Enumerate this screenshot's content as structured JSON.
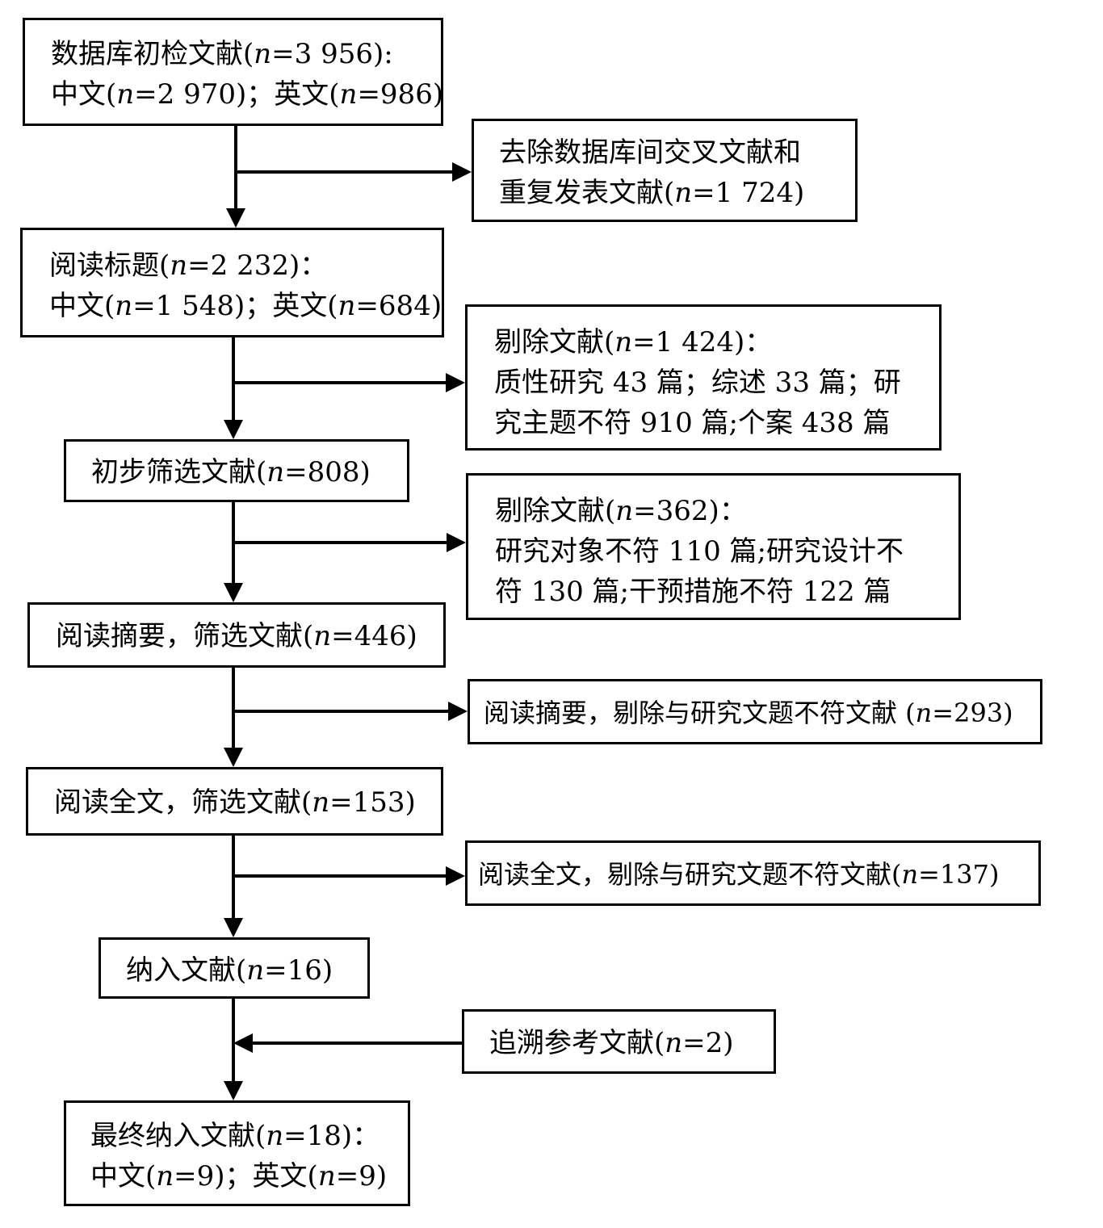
{
  "nodes": {
    "db_search": {
      "line1": [
        "数据库初检文献(",
        "n",
        "=3 956):"
      ],
      "line2": [
        "中文(",
        "n",
        "=2 970)；英文(",
        "n",
        "=986)"
      ]
    },
    "dedup_removed": {
      "line1": [
        "去除数据库间交叉文献和"
      ],
      "line2": [
        "重复发表文献(",
        "n",
        "=1 724)"
      ]
    },
    "title_read": {
      "line1": [
        "阅读标题(",
        "n",
        "=2 232)："
      ],
      "line2": [
        "中文(",
        "n",
        "=1 548)；英文(",
        "n",
        "=684)"
      ]
    },
    "title_excluded": {
      "line1": [
        "剔除文献(",
        "n",
        "=1 424)："
      ],
      "line2": [
        "质性研究 43 篇；综述 33 篇；研"
      ],
      "line3": [
        "究主题不符 910 篇;个案 438 篇"
      ]
    },
    "initial_screen": {
      "line1": [
        "初步筛选文献(",
        "n",
        "=808)"
      ]
    },
    "screen_excluded": {
      "line1": [
        "剔除文献(",
        "n",
        "=362)："
      ],
      "line2": [
        "研究对象不符 110 篇;研究设计不"
      ],
      "line3": [
        "符 130 篇;干预措施不符 122 篇"
      ]
    },
    "abstract_screen": {
      "line1": [
        "阅读摘要，筛选文献(",
        "n",
        "=446)"
      ]
    },
    "abstract_excluded": {
      "line1": [
        "阅读摘要，剔除与研究文题不符文献 (",
        "n",
        "=293)"
      ]
    },
    "fulltext_screen": {
      "line1": [
        "阅读全文，筛选文献(",
        "n",
        "=153)"
      ]
    },
    "fulltext_excluded": {
      "line1": [
        "阅读全文，剔除与研究文题不符文献(",
        "n",
        "=137)"
      ]
    },
    "included": {
      "line1": [
        "纳入文献(",
        "n",
        "=16)"
      ]
    },
    "reference_tracing": {
      "line1": [
        "追溯参考文献(",
        "n",
        "=2)"
      ]
    },
    "final_included": {
      "line1": [
        "最终纳入文献(",
        "n",
        "=18)："
      ],
      "line2": [
        "中文(",
        "n",
        "=9)；英文(",
        "n",
        "=9)"
      ]
    }
  },
  "edges": [
    {
      "from": "db_search",
      "to": "title_read"
    },
    {
      "from": "db_search",
      "to": "dedup_removed"
    },
    {
      "from": "title_read",
      "to": "initial_screen"
    },
    {
      "from": "title_read",
      "to": "title_excluded"
    },
    {
      "from": "initial_screen",
      "to": "abstract_screen"
    },
    {
      "from": "initial_screen",
      "to": "screen_excluded"
    },
    {
      "from": "abstract_screen",
      "to": "fulltext_screen"
    },
    {
      "from": "abstract_screen",
      "to": "abstract_excluded"
    },
    {
      "from": "fulltext_screen",
      "to": "included"
    },
    {
      "from": "fulltext_screen",
      "to": "fulltext_excluded"
    },
    {
      "from": "included",
      "to": "final_included"
    },
    {
      "from": "reference_tracing",
      "to": "final_included"
    }
  ],
  "colors": {
    "line": "#000000",
    "background": "#ffffff"
  }
}
